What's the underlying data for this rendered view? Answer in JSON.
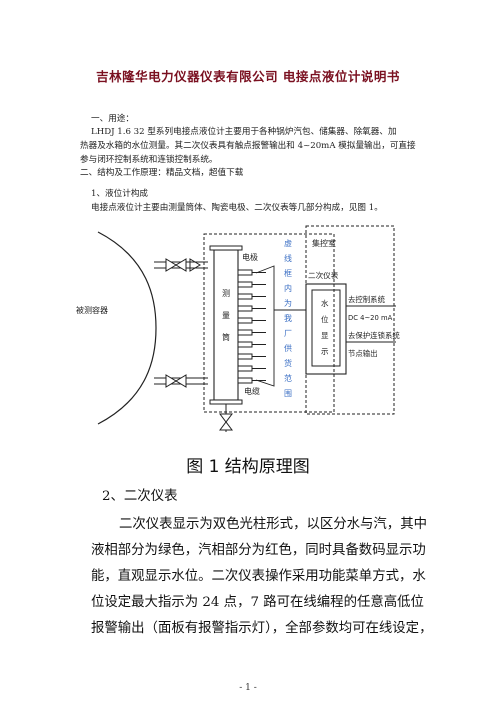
{
  "header": {
    "title": "吉林隆华电力仪器仪表有限公司  电接点液位计说明书"
  },
  "intro": {
    "h1": "一、用途：",
    "p1": "LHDJ 1.6 32  型系列电接点液位计主要用于各种锅炉汽包、储集器、除氧器、加",
    "p2": "热器及水箱的水位测量。其二次仪表具有触点报警输出和 4~20mA 模拟量输出，可直接",
    "p3": "参与闭环控制系统和连锁控制系统。",
    "h2": "二、结构及工作原理：精品文档，超值下载",
    "h3": "1、液位计构成",
    "p4": "电接点液位计主要由测量筒体、陶瓷电极、二次仪表等几部分构成，见图 1。"
  },
  "figure": {
    "vessel": "被测容器",
    "tube_chars": [
      "测",
      "量",
      "筒"
    ],
    "electrode_top": "电极",
    "electrode_bottom": "电缆",
    "vertical_note": [
      "虚",
      "线",
      "框",
      "内",
      "为",
      "我",
      "厂",
      "供",
      "货",
      "范",
      "围"
    ],
    "control_room": "集控室",
    "secondary": "二次仪表",
    "display_chars": [
      "水",
      "位",
      "显",
      "示"
    ],
    "out_control": "去控制系统",
    "out_dc": "DC 4~20 mA",
    "out_interlock": "去保护连锁系统",
    "out_node": "节点输出",
    "caption": "图 1  结构原理图"
  },
  "section2": {
    "heading": "2、二次仪表",
    "lines": [
      "二次仪表显示为双色光柱形式，以区分水与汽，其中",
      "液相部分为绿色，汽相部分为红色，同时具备数码显示功",
      "能，直观显示水位。二次仪表操作采用功能菜单方式，水",
      "位设定最大指示为 24 点，7 路可在线编程的任意高低位",
      "报警输出（面板有报警指示灯），全部参数均可在线设定，"
    ]
  },
  "footer": {
    "page": "- 1 -"
  },
  "colors": {
    "title": "#7a1020",
    "note": "#3b6fc4"
  }
}
